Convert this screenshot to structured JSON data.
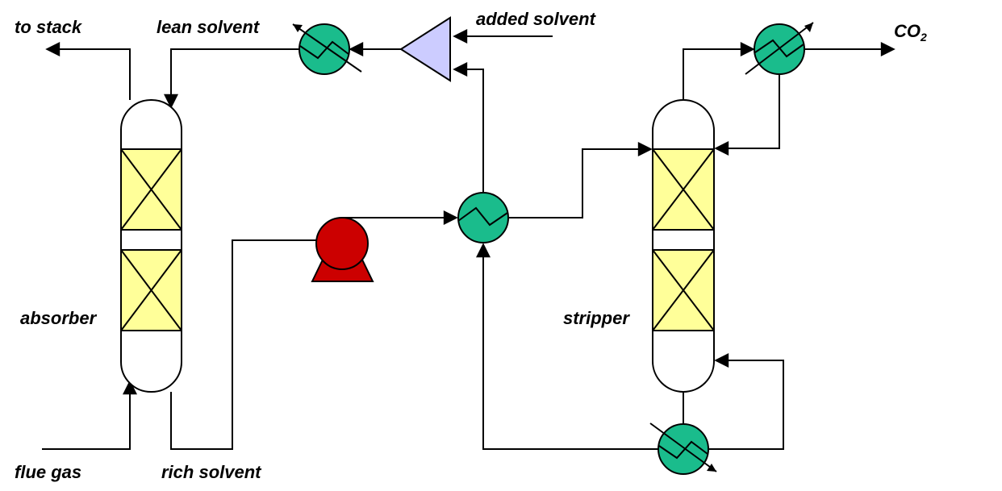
{
  "labels": {
    "to_stack": "to stack",
    "lean_solvent": "lean solvent",
    "added_solvent": "added solvent",
    "co2_main": "CO",
    "co2_sub": "2",
    "absorber": "absorber",
    "stripper": "stripper",
    "flue_gas": "flue gas",
    "rich_solvent": "rich solvent"
  },
  "colors": {
    "heat_exchanger": "#1abc8c",
    "packing": "#ffff99",
    "pump": "#cc0000",
    "mixer": "#ccccff",
    "line": "#000000"
  }
}
